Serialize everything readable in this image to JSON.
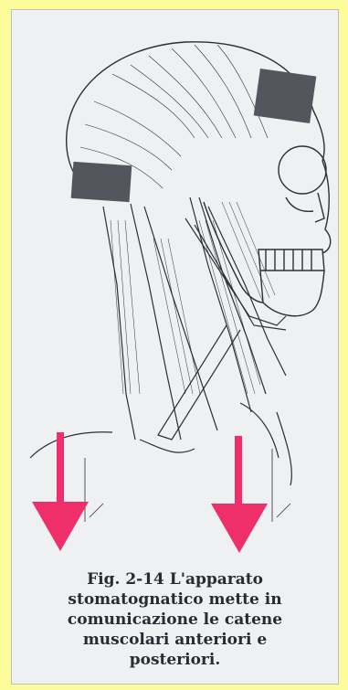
{
  "colors": {
    "page_background": "#fdfc9a",
    "panel": "#eef0f2",
    "line_art": "#2e2e38",
    "muscle_patch": "#55555e",
    "arrow": "#ef2f6a"
  },
  "figure": {
    "icons": [
      "skull-icon",
      "arrow-down-icon"
    ]
  },
  "caption": {
    "line1": "Fig. 2-14 L'apparato",
    "line2": "stomatognatico mette in",
    "line3": "comunicazione le catene",
    "line4": "muscolari anteriori e",
    "line5": "posteriori."
  }
}
